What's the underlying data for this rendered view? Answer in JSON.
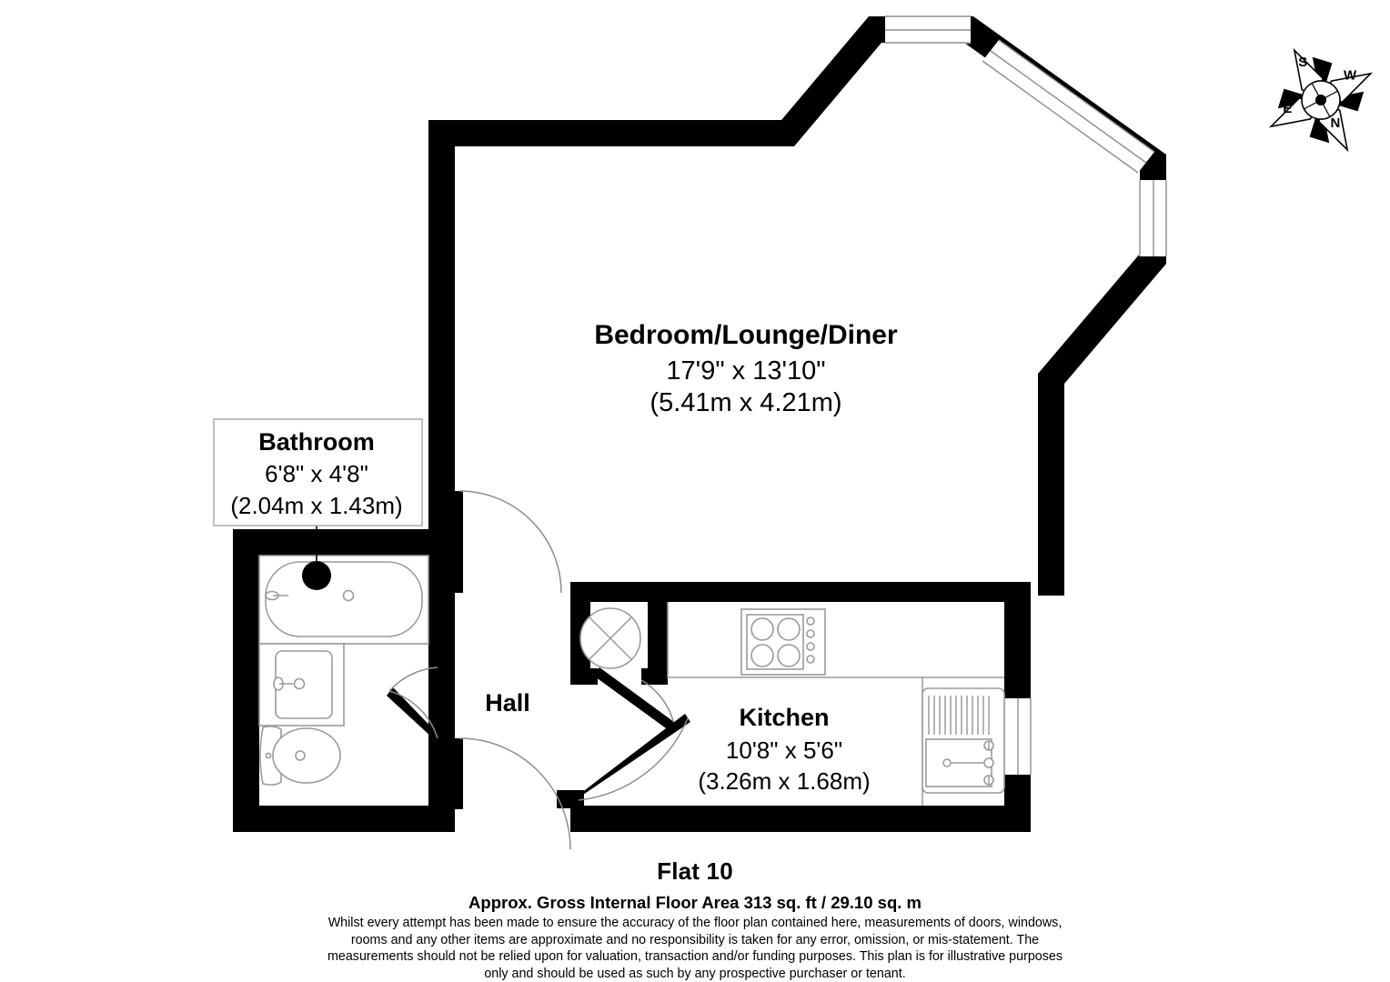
{
  "document": {
    "type": "floor-plan",
    "flat_title": "Flat 10",
    "area_line": "Approx. Gross Internal Floor Area 313 sq. ft / 29.10 sq. m",
    "disclaimer_lines": [
      "Whilst every attempt has been made to ensure the accuracy of the floor plan contained here, measurements of doors, windows,",
      "rooms and any other items are approximate and no responsibility is taken for any error, omission, or mis-statement. The",
      "measurements should not be relied upon for valuation, transaction and/or funding purposes. This plan is for illustrative purposes",
      "only and should be used as such by any prospective purchaser or tenant."
    ]
  },
  "colors": {
    "wall": "#000000",
    "fixture_stroke": "#9a9a9a",
    "background": "#ffffff",
    "text": "#000000"
  },
  "rooms": [
    {
      "id": "bedroom-lounge-diner",
      "name": "Bedroom/Lounge/Diner",
      "dim_imperial": "17'9\" x 13'10\"",
      "dim_metric": "(5.41m x 4.21m)",
      "boxed_label": false
    },
    {
      "id": "bathroom",
      "name": "Bathroom",
      "dim_imperial": "6'8\" x 4'8\"",
      "dim_metric": "(2.04m x 1.43m)",
      "boxed_label": true
    },
    {
      "id": "kitchen",
      "name": "Kitchen",
      "dim_imperial": "10'8\" x 5'6\"",
      "dim_metric": "(3.26m x 1.68m)",
      "boxed_label": false
    },
    {
      "id": "hall",
      "name": "Hall",
      "dim_imperial": "",
      "dim_metric": "",
      "boxed_label": false
    }
  ],
  "compass": {
    "label": "compass-rose",
    "north": "N",
    "south": "S",
    "east": "E",
    "west": "W"
  },
  "fixtures": [
    {
      "id": "bathtub",
      "room": "bathroom",
      "icon": "bathtub-icon"
    },
    {
      "id": "shower-head",
      "room": "bathroom",
      "icon": "shower-head-icon"
    },
    {
      "id": "wash-basin",
      "room": "bathroom",
      "icon": "sink-icon"
    },
    {
      "id": "toilet",
      "room": "bathroom",
      "icon": "toilet-icon"
    },
    {
      "id": "hob",
      "room": "kitchen",
      "icon": "hob-icon"
    },
    {
      "id": "kitchen-sink",
      "room": "kitchen",
      "icon": "kitchen-sink-icon"
    },
    {
      "id": "cylinder-cupboard",
      "room": "hall",
      "icon": "cylinder-icon"
    }
  ],
  "openings": [
    {
      "id": "bay-window-top",
      "type": "window"
    },
    {
      "id": "bay-window-diagonal",
      "type": "window"
    },
    {
      "id": "bay-window-right",
      "type": "window"
    },
    {
      "id": "kitchen-window",
      "type": "window"
    },
    {
      "id": "bedroom-door",
      "type": "door"
    },
    {
      "id": "bathroom-door",
      "type": "door"
    },
    {
      "id": "kitchen-door",
      "type": "door"
    },
    {
      "id": "cupboard-door",
      "type": "door"
    }
  ]
}
